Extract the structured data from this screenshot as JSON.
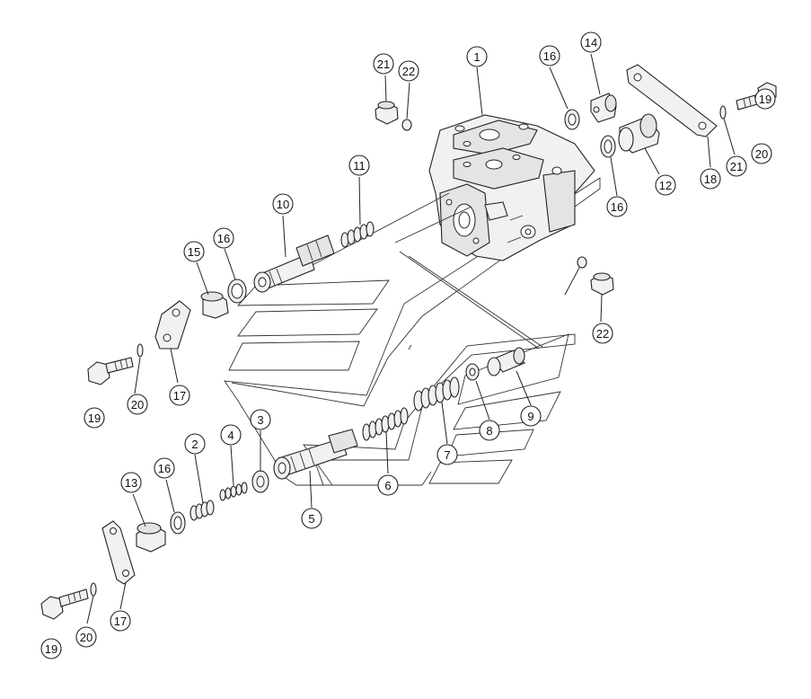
{
  "callouts": [
    {
      "label": "1"
    },
    {
      "label": "2"
    },
    {
      "label": "3"
    },
    {
      "label": "4"
    },
    {
      "label": "5"
    },
    {
      "label": "6"
    },
    {
      "label": "7"
    },
    {
      "label": "8"
    },
    {
      "label": "9"
    },
    {
      "label": "10"
    },
    {
      "label": "11"
    },
    {
      "label": "12"
    },
    {
      "label": "13"
    },
    {
      "label": "14"
    },
    {
      "label": "15"
    },
    {
      "label": "16"
    },
    {
      "label": "16"
    },
    {
      "label": "16"
    },
    {
      "label": "16"
    },
    {
      "label": "17"
    },
    {
      "label": "17"
    },
    {
      "label": "18"
    },
    {
      "label": "19"
    },
    {
      "label": "19"
    },
    {
      "label": "19"
    },
    {
      "label": "20"
    },
    {
      "label": "20"
    },
    {
      "label": "20"
    },
    {
      "label": "21"
    },
    {
      "label": "21"
    },
    {
      "label": "22"
    },
    {
      "label": "22"
    }
  ]
}
